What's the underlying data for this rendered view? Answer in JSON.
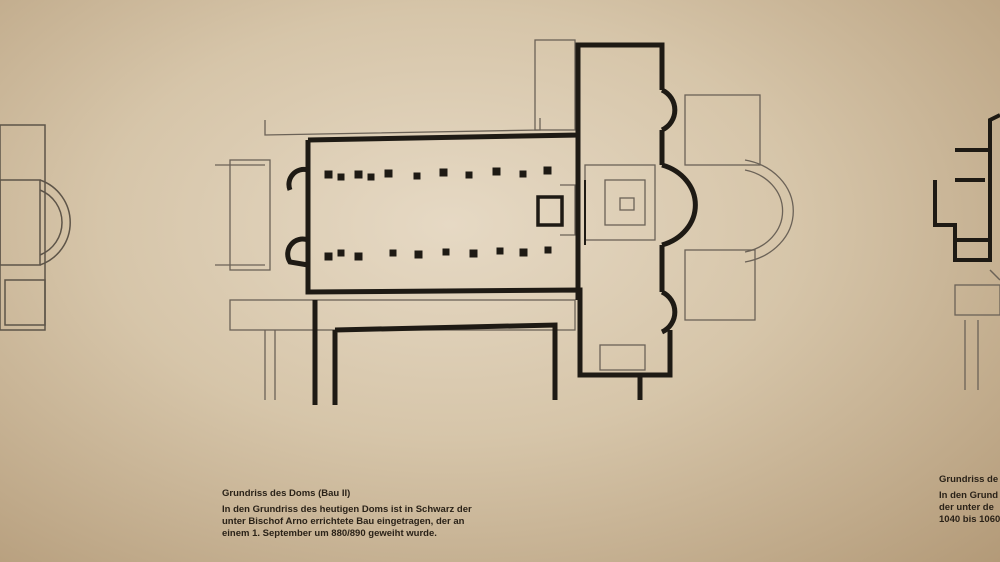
{
  "main_caption": {
    "title": "Grundriss des Doms (Bau II)",
    "lines": [
      "In den Grundriss des heutigen Doms ist in Schwarz der",
      "unter Bischof Arno errichtete Bau eingetragen, der an",
      "einem 1. September um 880/890 geweiht wurde."
    ]
  },
  "right_caption": {
    "title": "Grundriss de",
    "lines": [
      "In den Grund",
      "der unter de",
      "1040 bis 1060"
    ]
  },
  "colors": {
    "ink": "#1e1a14",
    "gray": "#6b6257"
  }
}
